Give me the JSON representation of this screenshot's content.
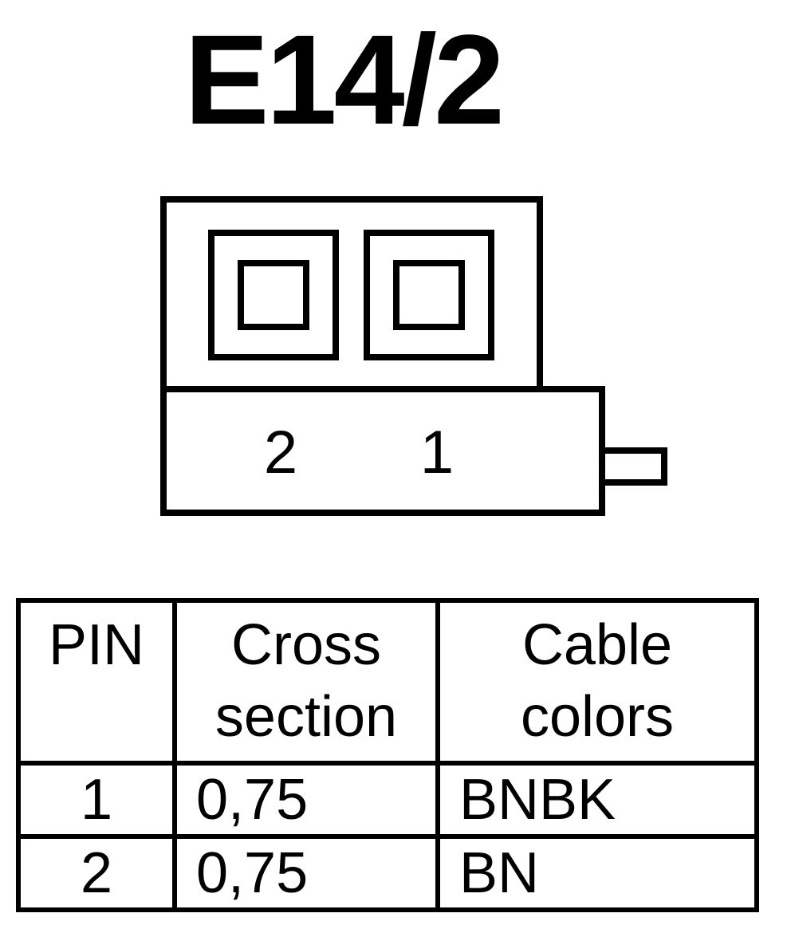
{
  "title": "E14/2",
  "connector": {
    "pin_labels": [
      "2",
      "1"
    ]
  },
  "table": {
    "headers": [
      "PIN",
      "Cross section",
      "Cable colors"
    ],
    "header_lines": [
      [
        "PIN"
      ],
      [
        "Cross",
        "section"
      ],
      [
        "Cable",
        "colors"
      ]
    ],
    "rows": [
      {
        "pin": "1",
        "cross_section": "0,75",
        "cable_color": "BNBK"
      },
      {
        "pin": "2",
        "cross_section": "0,75",
        "cable_color": "BN"
      }
    ]
  }
}
